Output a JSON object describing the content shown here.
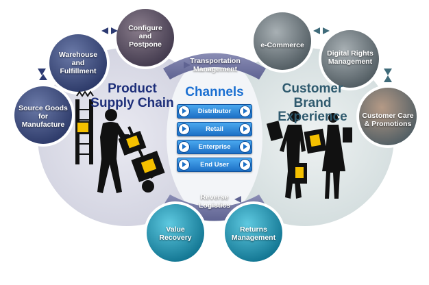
{
  "left_section": {
    "title_line1": "Product",
    "title_line2": "Supply Chain",
    "title_color": "#1e2f7a",
    "nodes": [
      {
        "id": "source",
        "label": "Source Goods for Manufacture"
      },
      {
        "id": "warehouse",
        "label": "Warehouse and Fulfillment"
      },
      {
        "id": "configure",
        "label": "Configure and Postpone"
      }
    ]
  },
  "right_section": {
    "title_line1": "Customer",
    "title_line2": "Brand Experience",
    "title_color": "#2f5a6e",
    "nodes": [
      {
        "id": "ecommerce",
        "label": "e-Commerce"
      },
      {
        "id": "drm",
        "label": "Digital Rights Management"
      },
      {
        "id": "care",
        "label": "Customer Care & Promotions"
      }
    ]
  },
  "top_band": {
    "label": "Transportation Management"
  },
  "bottom_band": {
    "label": "Reverse Logistics"
  },
  "bottom_nodes": [
    {
      "id": "value",
      "label": "Value Recovery"
    },
    {
      "id": "returns",
      "label": "Returns Management"
    }
  ],
  "channels": {
    "title": "Channels",
    "title_color": "#1a6fd1",
    "items": [
      "Distributor",
      "Retail",
      "Enterprise",
      "End User"
    ]
  },
  "icons": {
    "left_illustration": "worker-hand-truck-icon",
    "right_illustration": "shoppers-with-bags-icon"
  }
}
